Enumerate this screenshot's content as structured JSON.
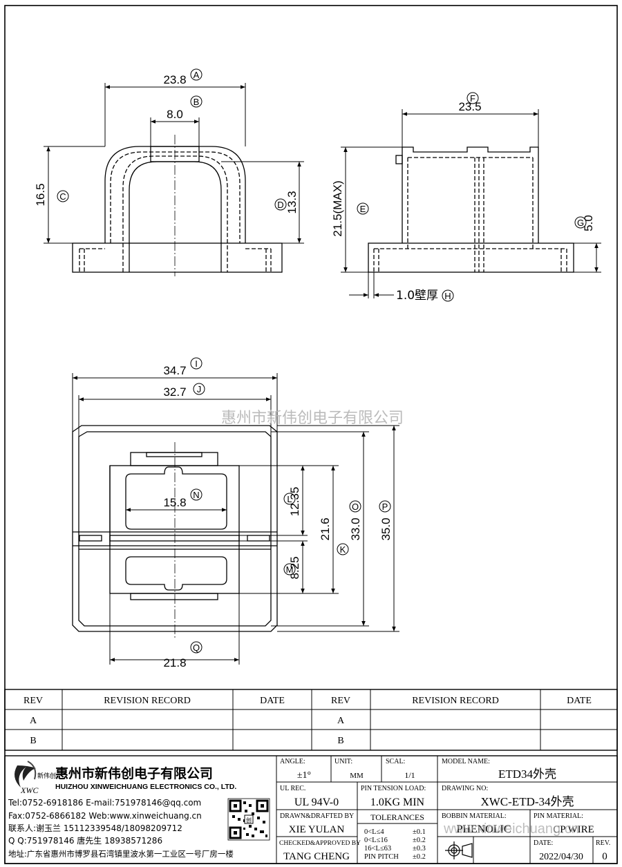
{
  "watermark": "惠州市新伟创电子有限公司",
  "watermark_url": "www.xinweichuang.cn",
  "dimensions": {
    "A": {
      "label": "A",
      "value": "23.8"
    },
    "B": {
      "label": "B",
      "value": "8.0"
    },
    "C": {
      "label": "C",
      "value": "16.5"
    },
    "D": {
      "label": "D",
      "value": "13.3"
    },
    "E": {
      "label": "E",
      "value": "21.5(MAX)"
    },
    "F": {
      "label": "F",
      "value": "23.5"
    },
    "G": {
      "label": "G",
      "value": "5.0"
    },
    "H": {
      "label": "H",
      "value": "1.0壁厚"
    },
    "I": {
      "label": "I",
      "value": "34.7"
    },
    "J": {
      "label": "J",
      "value": "32.7"
    },
    "K": {
      "label": "K",
      "value": "21.6"
    },
    "L": {
      "label": "L",
      "value": "12.35"
    },
    "M": {
      "label": "M",
      "value": "8.25"
    },
    "N": {
      "label": "N",
      "value": "15.8"
    },
    "O": {
      "label": "O",
      "value": "33.0"
    },
    "P": {
      "label": "P",
      "value": "35.0"
    },
    "Q": {
      "label": "Q",
      "value": "21.8"
    }
  },
  "revision": {
    "headers": [
      "REV",
      "REVISION RECORD",
      "DATE",
      "REV",
      "REVISION RECORD",
      "DATE"
    ],
    "rows": [
      [
        "A",
        "",
        "",
        "A",
        "",
        ""
      ],
      [
        "B",
        "",
        "",
        "B",
        "",
        ""
      ]
    ]
  },
  "company": {
    "logo_text": "新伟创",
    "logo_abbr": "XWC",
    "name_cn": "惠州市新伟创电子有限公司",
    "name_en": "HUIZHOU XINWEICHUANG ELECTRONICS CO., LTD.",
    "contacts": [
      "Tel:0752-6918186 E-mail:751978146@qq.com",
      "Fax:0752-6866182 Web:www.xinweichuang.cn",
      "联系人:谢玉兰 15112339548/18098209712",
      "Q Q:751978146    唐先生 18938571286",
      "地址:广东省惠州市博罗县石湾镇里波水第一工业区一号厂房一楼"
    ]
  },
  "title_block": {
    "angle_label": "ANGLE:",
    "angle_value": "±1°",
    "unit_label": "UNIT:",
    "unit_value": "MM",
    "scale_label": "SCAL:",
    "scale_value": "1/1",
    "model_label": "MODEL NAME:",
    "model_value": "ETD34外壳",
    "ul_label": "UL REC.",
    "ul_value": "UL 94V-0",
    "pin_tension_label": "PIN TENSION LOAD:",
    "pin_tension_value": "1.0KG MIN",
    "drawing_label": "DRAWING NO:",
    "drawing_value": "XWC-ETD-34外壳",
    "drawn_label": "DRAWN&DRAFTED BY",
    "drawn_value": "XIE YULAN",
    "tolerances_label": "TOLERANCES",
    "tolerances": [
      [
        "0<L≤4",
        "±0.1"
      ],
      [
        "0<L≤16",
        "±0.2"
      ],
      [
        "16<L≤63",
        "±0.3"
      ],
      [
        "PIN PITCH",
        "±0.2"
      ]
    ],
    "bobbin_label": "BOBBIN MATERIAL:",
    "bobbin_value": "PHENOLIC",
    "pin_mat_label": "PIN MATERIAL:",
    "pin_mat_value": "CP WIRE",
    "checked_label": "CHECKED&APPROVED BY",
    "checked_value": "TANG CHENG",
    "date_label": "DATE:",
    "date_value": "2022/04/30",
    "rev_label": "REV.",
    "rev_value": "0"
  }
}
